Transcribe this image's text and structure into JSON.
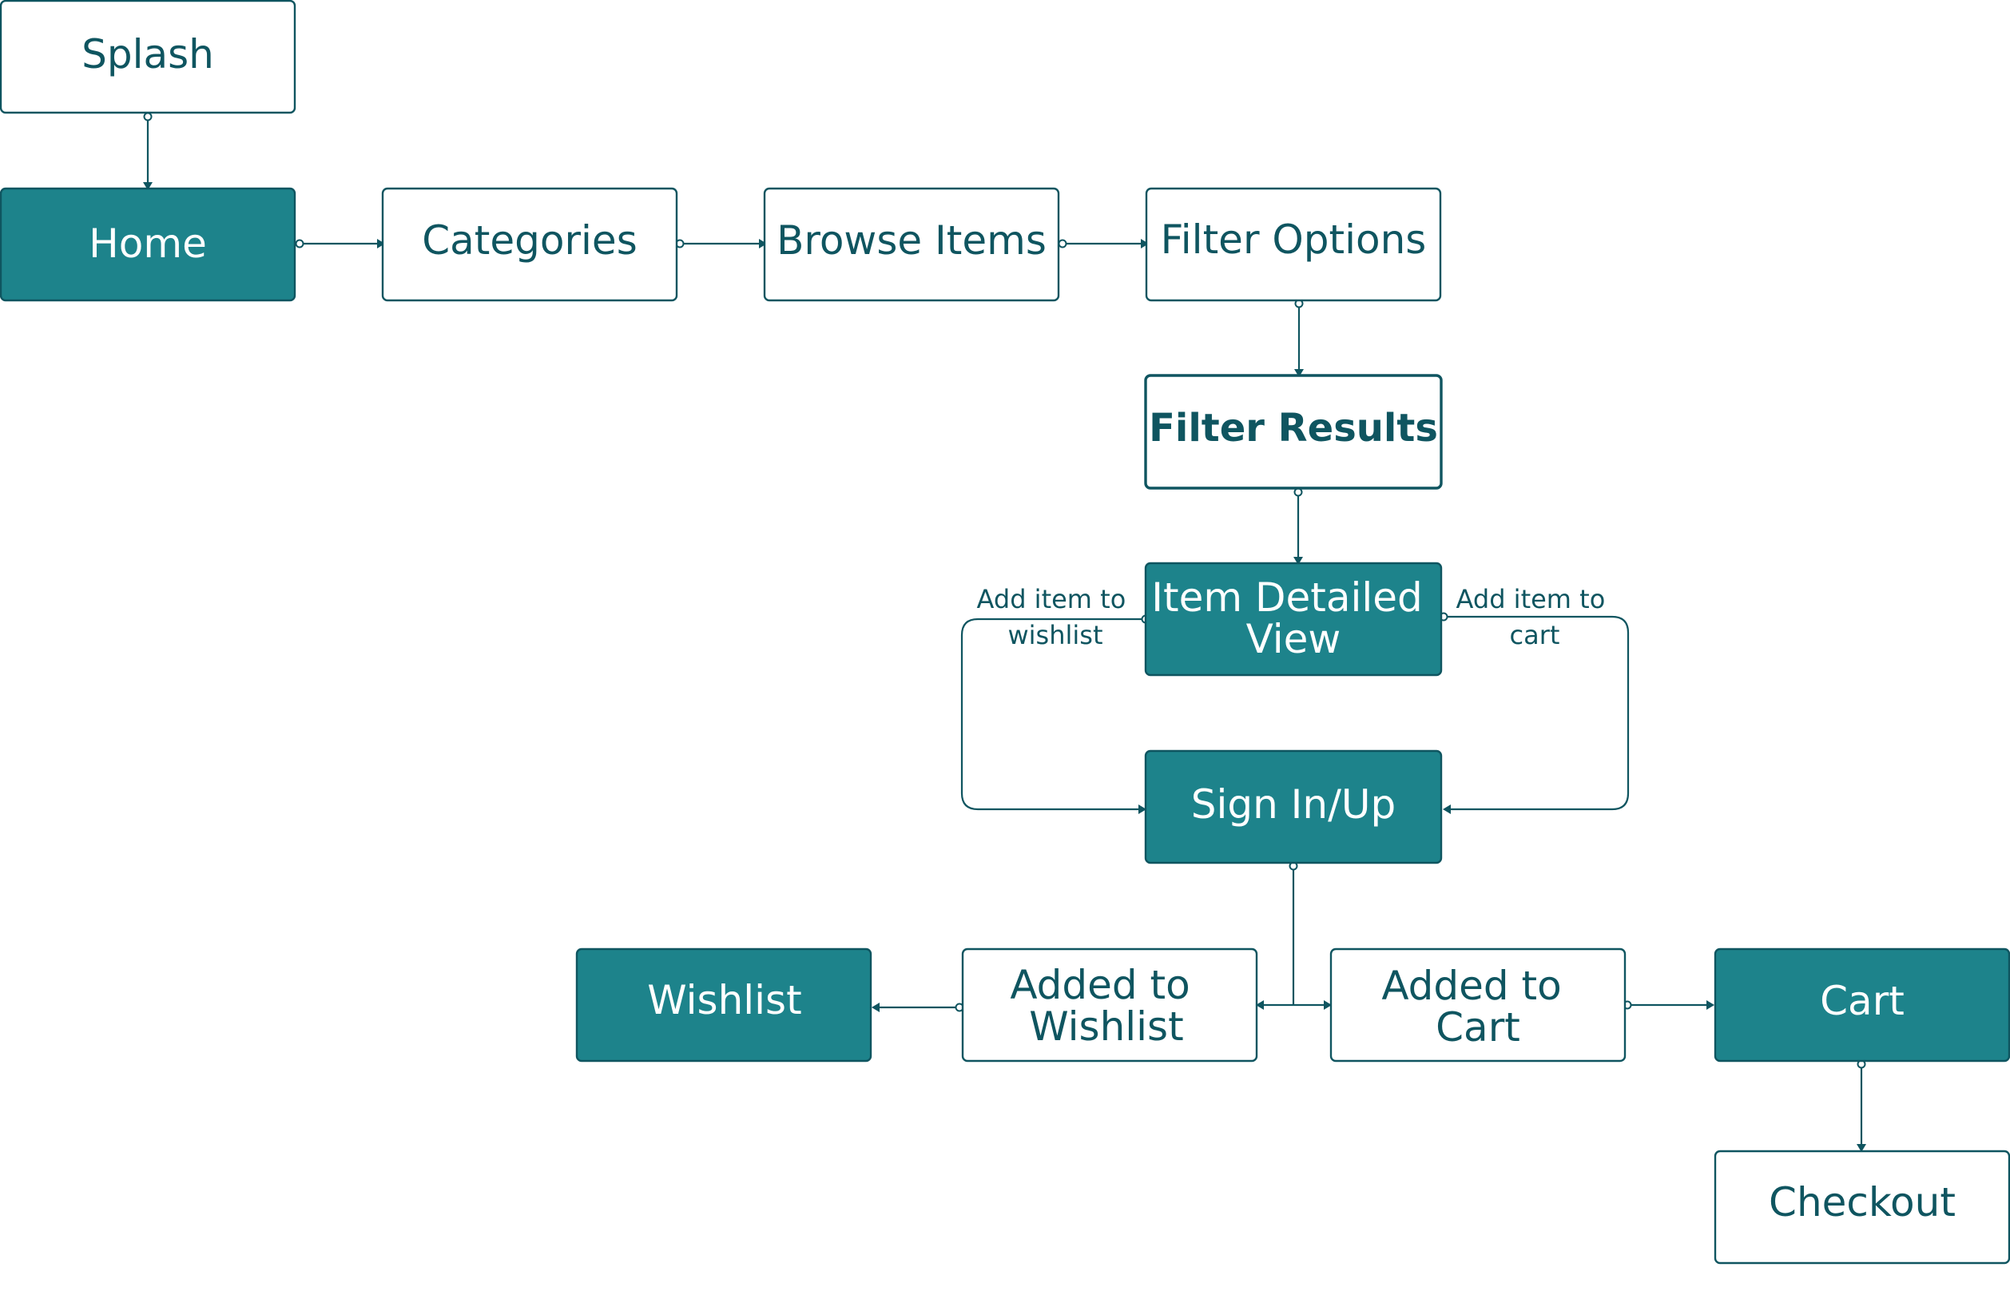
{
  "diagram": {
    "colors": {
      "accent_fill": "#1d838b",
      "stroke": "#0f5560",
      "outline_fill": "#ffffff",
      "filled_text": "#ffffff",
      "outline_text": "#0f5560"
    },
    "nodes": {
      "splash": {
        "lines": [
          "Splash"
        ],
        "style": "outline"
      },
      "home": {
        "lines": [
          "Home"
        ],
        "style": "filled"
      },
      "categories": {
        "lines": [
          "Categories"
        ],
        "style": "outline"
      },
      "browse_items": {
        "lines": [
          "Browse Items"
        ],
        "style": "outline"
      },
      "filter_options": {
        "lines": [
          "Filter Options"
        ],
        "style": "outline"
      },
      "filter_results": {
        "lines": [
          "Filter Results"
        ],
        "style": "outline-bold"
      },
      "item_detailed_view": {
        "lines": [
          "Item Detailed",
          "View"
        ],
        "style": "filled"
      },
      "sign_in_up": {
        "lines": [
          "Sign In/Up"
        ],
        "style": "filled"
      },
      "wishlist": {
        "lines": [
          "Wishlist"
        ],
        "style": "filled"
      },
      "added_to_wishlist": {
        "lines": [
          "Added to",
          "Wishlist"
        ],
        "style": "outline"
      },
      "added_to_cart": {
        "lines": [
          "Added to",
          "Cart"
        ],
        "style": "outline"
      },
      "cart": {
        "lines": [
          "Cart"
        ],
        "style": "filled"
      },
      "checkout": {
        "lines": [
          "Checkout"
        ],
        "style": "outline"
      }
    },
    "edge_labels": {
      "wishlist_loop": [
        "Add item to",
        "wishlist"
      ],
      "cart_loop": [
        "Add item to",
        "cart"
      ]
    }
  }
}
